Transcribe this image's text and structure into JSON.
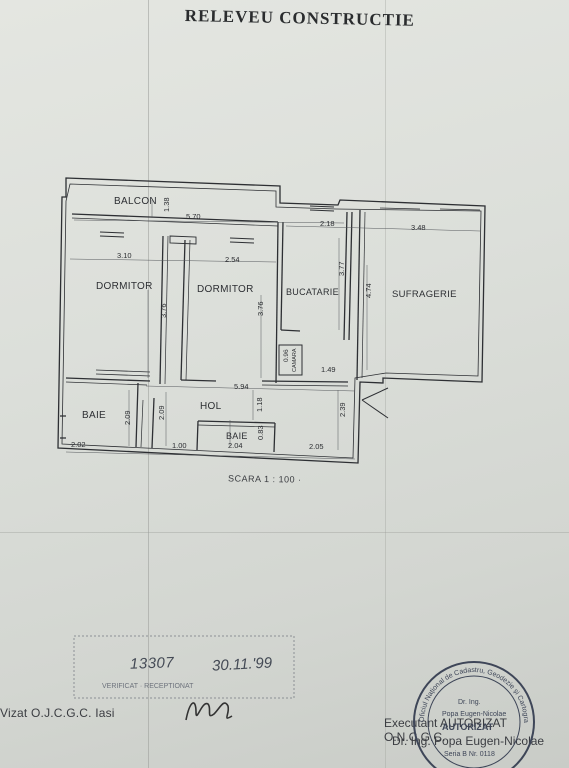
{
  "title": "RELEVEU CONSTRUCTIE",
  "rooms": {
    "balcon": "BALCON",
    "dormitor_1": "DORMITOR",
    "dormitor_2": "DORMITOR",
    "bucatarie": "BUCATARIE",
    "sufragerie": "SUFRAGERIE",
    "baie_1": "BAIE",
    "hol": "HOL",
    "baie_2": "BAIE",
    "camara": "CAMARA"
  },
  "dimensions": {
    "balcon_depth": "1.38",
    "balcon_length": "5.70",
    "dormitor_1_width": "3.10",
    "dormitor_2_width": "2.54",
    "dormitor_1_depth": "3.76",
    "dormitor_2_depth": "3.76",
    "bucatarie_width": "2.18",
    "bucatarie_depth": "3.77",
    "sufragerie_width": "3.48",
    "sufragerie_depth": "4.74",
    "camara_w": "0.96",
    "camara_d": "1.49",
    "hol_length": "5.94",
    "hol_depth": "1.18",
    "baie_1_w": "2.09",
    "baie_1_d": "2.09",
    "baie_1_bottom": "2.02",
    "hol_passage": "1.00",
    "baie_2_width": "2.04",
    "baie_2_depth": "0.83",
    "hol_right": "2.05",
    "entry_depth": "2.39"
  },
  "scale_text": "SCARA 1 : 100 ·",
  "registration": {
    "number": "13307",
    "date": "30.11.'99",
    "stamp_text": "VERIFICAT · RECEPTIONAT"
  },
  "vizat": "Vizat O.J.C.G.C. Iasi",
  "executant": "Executant AUTORIZAT O.N.C.G.C.",
  "executant_name": "Dr. Ing. Popa Eugen-Nicolae",
  "seal": {
    "ring": "Oficiul Național de Cadastru, Geodezie și Cartografie",
    "top": "Dr. Ing.",
    "name": "Popa Eugen-Nicolae",
    "center": "AUTORIZAT",
    "series": "Seria B Nr. 0118"
  },
  "colors": {
    "ink": "#2d2f33",
    "paper": "#dcdfda",
    "stamp": "#3e4658"
  }
}
